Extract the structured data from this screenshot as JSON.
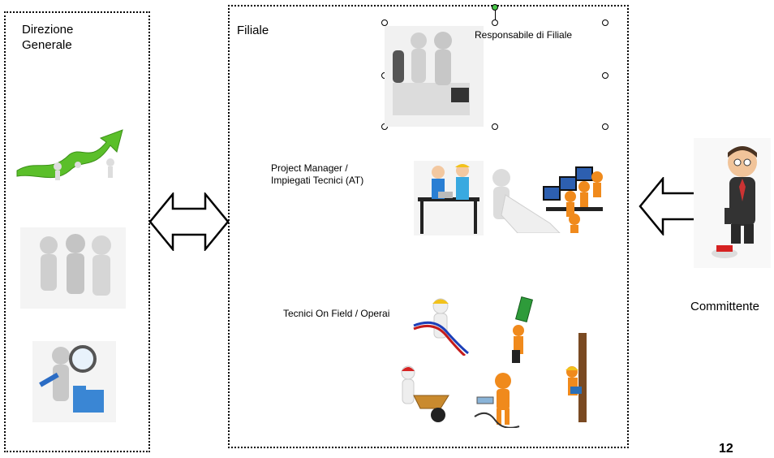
{
  "left_box": {
    "title": "Direzione\nGenerale"
  },
  "center_box": {
    "title": "Filiale",
    "responsabile_label": "Responsabile di Filiale",
    "pm_label": "Project Manager /\nImpiegati Tecnici (AT)",
    "tecnici_label": "Tecnici On Field / Operai"
  },
  "right": {
    "committente_label": "Committente"
  },
  "page_number": "12",
  "colors": {
    "accent_green": "#5bbf2a",
    "orange_figure": "#f08a1c",
    "grey_figure": "#cfcfcf"
  },
  "icons": [
    "growth-arrow-icon",
    "team-icon",
    "magnifier-icon",
    "meeting-desk-icon",
    "office-team-icon",
    "scroll-icon",
    "computer-team-icon",
    "worker-cable-icon",
    "circuit-board-icon",
    "wheelbarrow-icon",
    "network-tech-icon",
    "ladder-icon",
    "businessman-icon"
  ]
}
